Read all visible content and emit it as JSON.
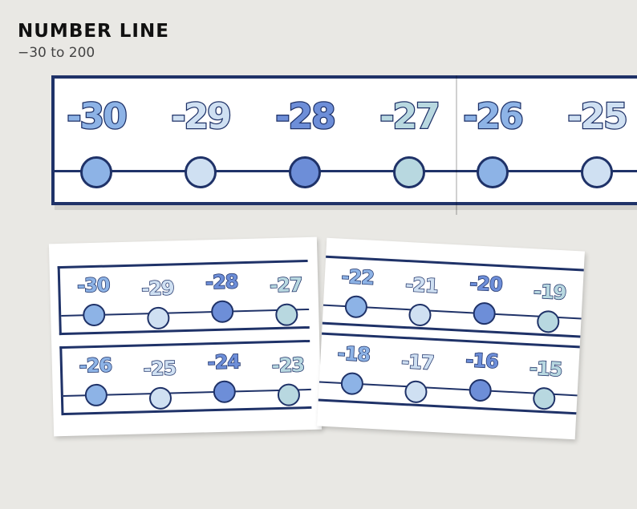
{
  "title": "NUMBER LINE",
  "subtitle": "−30 to 200",
  "colors": {
    "navy": "#1f3268",
    "blue_light": "#8db3e6",
    "blue_pale": "#cfe0f2",
    "blue_dark": "#6d8ed8",
    "blue_teal": "#b8d8e0"
  },
  "banner": {
    "cells": [
      {
        "label": "-30",
        "color": "#8db3e6"
      },
      {
        "label": "-29",
        "color": "#cfe0f2"
      },
      {
        "label": "-28",
        "color": "#6d8ed8"
      },
      {
        "label": "-27",
        "color": "#b8d8e0"
      },
      {
        "label": "-26",
        "color": "#8db3e6"
      },
      {
        "label": "-25",
        "color": "#cfe0f2"
      }
    ]
  },
  "card_left": {
    "rows": [
      [
        {
          "label": "-30",
          "color": "#8db3e6"
        },
        {
          "label": "-29",
          "color": "#cfe0f2"
        },
        {
          "label": "-28",
          "color": "#6d8ed8"
        },
        {
          "label": "-27",
          "color": "#b8d8e0"
        }
      ],
      [
        {
          "label": "-26",
          "color": "#8db3e6"
        },
        {
          "label": "-25",
          "color": "#cfe0f2"
        },
        {
          "label": "-24",
          "color": "#6d8ed8"
        },
        {
          "label": "-23",
          "color": "#b8d8e0"
        }
      ]
    ]
  },
  "card_right": {
    "rows": [
      [
        {
          "label": "-22",
          "color": "#8db3e6"
        },
        {
          "label": "-21",
          "color": "#cfe0f2"
        },
        {
          "label": "-20",
          "color": "#6d8ed8"
        },
        {
          "label": "-19",
          "color": "#b8d8e0"
        }
      ],
      [
        {
          "label": "-18",
          "color": "#8db3e6"
        },
        {
          "label": "-17",
          "color": "#cfe0f2"
        },
        {
          "label": "-16",
          "color": "#6d8ed8"
        },
        {
          "label": "-15",
          "color": "#b8d8e0"
        }
      ]
    ]
  }
}
